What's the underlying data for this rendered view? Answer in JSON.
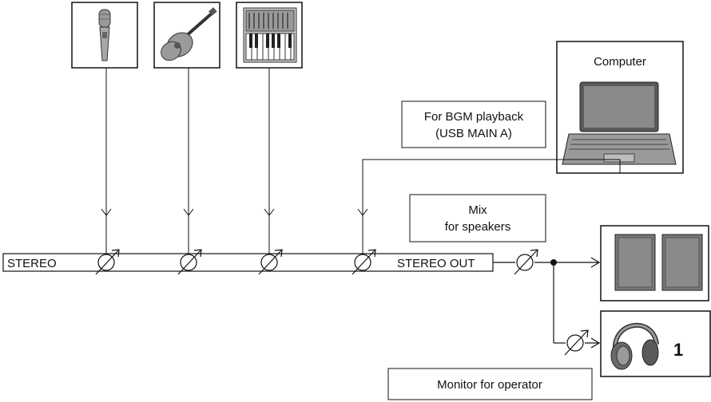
{
  "labels": {
    "computer": "Computer",
    "bgm_line1": "For BGM playback",
    "bgm_line2": "(USB MAIN A)",
    "mix_line1": "Mix",
    "mix_line2": "for speakers",
    "stereo": "STEREO",
    "stereo_out": "STEREO OUT",
    "monitor": "Monitor for operator",
    "headphone_number": "1"
  },
  "inputs": [
    {
      "icon": "microphone-icon"
    },
    {
      "icon": "acoustic-guitar-icon"
    },
    {
      "icon": "keyboard-synth-icon"
    },
    {
      "icon": "computer-icon"
    }
  ],
  "outputs": [
    {
      "icon": "speakers-icon"
    },
    {
      "icon": "headphones-icon"
    }
  ],
  "colors": {
    "line": "#111111",
    "device_gray": "#8c8c8c",
    "dark_gray": "#5a5a5a"
  }
}
